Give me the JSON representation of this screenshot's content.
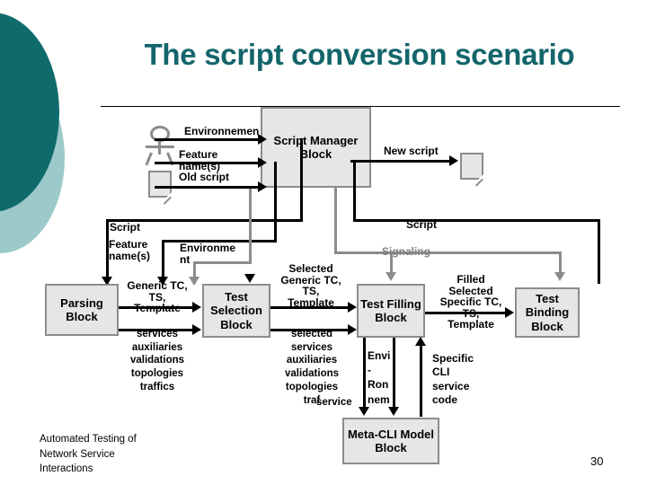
{
  "slide": {
    "title": "The script conversion scenario",
    "page_number": "30",
    "footer": "Automated Testing of\nNetwork Service\nInteractions",
    "colors": {
      "title_teal": "#14656b",
      "deco_dark_teal": "#0f6b6b",
      "deco_light_teal": "#9cc9c9",
      "box_fill": "#e6e6e6",
      "box_border": "#8c8c8c",
      "signal_gray": "#808080",
      "flow_black": "#000000"
    }
  },
  "blocks": {
    "script_manager": "Script Manager\nBlock",
    "parsing": "Parsing\nBlock",
    "test_selection": "Test\nSelection\nBlock",
    "test_filling": "Test\nFilling\nBlock",
    "test_binding": "Test\nBinding\nBlock",
    "meta_cli": "Meta-CLI\nModel Block"
  },
  "icons": {
    "actor": "actor-stick-figure",
    "old_script_doc": "document-icon",
    "new_script_doc": "document-icon"
  },
  "labels": {
    "environnemen_top": "Environnemen",
    "feature_names_top": "Feature\nname(s)",
    "old_script": "Old script",
    "new_script": "New script",
    "script_left": "Script",
    "script_right": "Script",
    "feature_names_mid": "Feature\nname(s)",
    "environnement_mid": "Environme\nnt",
    "signaling": "Signaling",
    "generic_tc": "Generic TC,\nTS,\nTemplate",
    "services_list": "services\nauxiliaries\nvalidations\ntopologies\ntraffics",
    "selected_generic_tc": "Selected\nGeneric TC,\nTS,\nTemplate",
    "selected_services_list": "selected\nservices\nauxiliaries\nvalidations\ntopologies\ntraf",
    "service_small": "service",
    "filled_selected": "Filled\nSelected\nSpecific TC,\nTS,\nTemplate",
    "environnement_bottom": "Envi\n-\nRon\nnem",
    "specific_cli": "Specific\nCLI\nservice\ncode"
  }
}
